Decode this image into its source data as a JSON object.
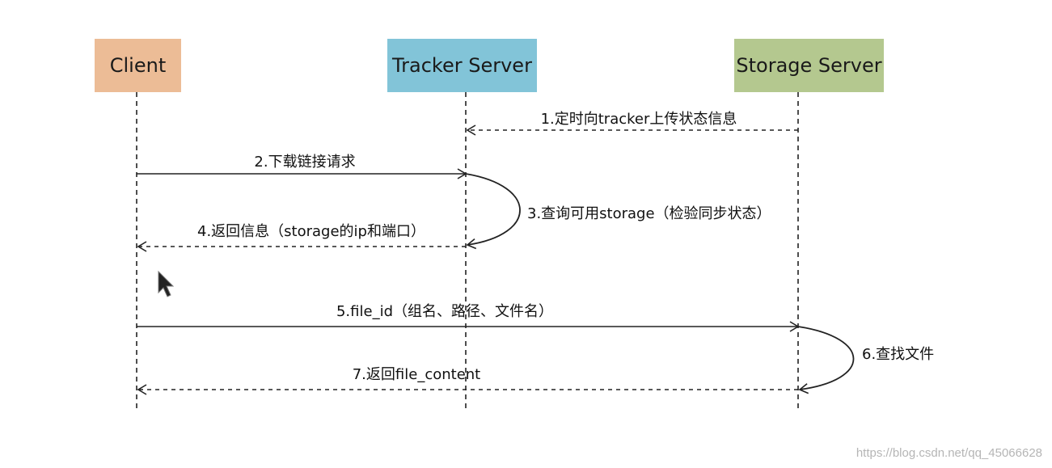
{
  "actors": [
    {
      "id": "client",
      "label": "Client",
      "color": "#ecbc96"
    },
    {
      "id": "tracker",
      "label": "Tracker Server",
      "color": "#82c4d8"
    },
    {
      "id": "storage",
      "label": "Storage Server",
      "color": "#b4c88f"
    }
  ],
  "messages": [
    {
      "id": "m1",
      "label": "1.定时向tracker上传状态信息",
      "from": "storage",
      "to": "tracker",
      "style": "dashed"
    },
    {
      "id": "m2",
      "label": "2.下载链接请求",
      "from": "client",
      "to": "tracker",
      "style": "solid"
    },
    {
      "id": "m3",
      "label": "3.查询可用storage（检验同步状态）",
      "from": "tracker",
      "to": "tracker",
      "style": "curve"
    },
    {
      "id": "m4",
      "label": "4.返回信息（storage的ip和端口）",
      "from": "tracker",
      "to": "client",
      "style": "dashed"
    },
    {
      "id": "m5",
      "label": "5.file_id（组名、路径、文件名）",
      "from": "client",
      "to": "storage",
      "style": "solid"
    },
    {
      "id": "m6",
      "label": "6.查找文件",
      "from": "storage",
      "to": "storage",
      "style": "curve"
    },
    {
      "id": "m7",
      "label": "7.返回file_content",
      "from": "storage",
      "to": "client",
      "style": "dashed"
    }
  ],
  "watermark": "https://blog.csdn.net/qq_45066628",
  "icons": {
    "cursor": "mouse-pointer-icon"
  }
}
